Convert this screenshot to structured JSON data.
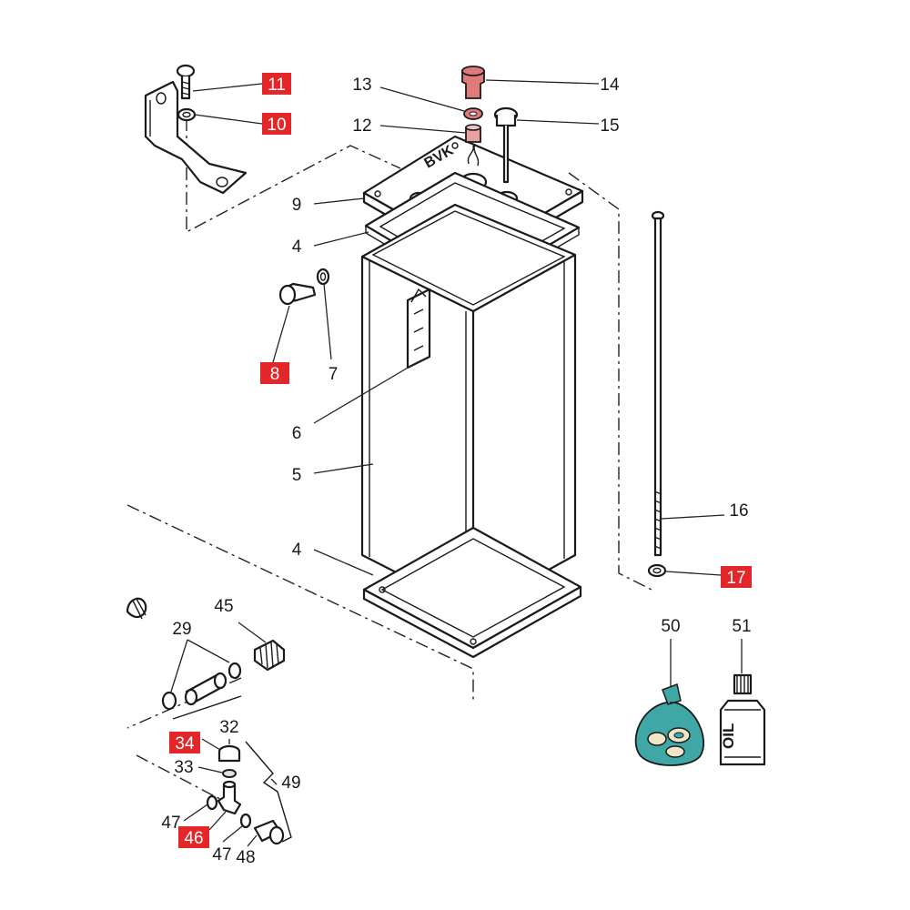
{
  "colors": {
    "highlight": "#e3262a",
    "line": "#1a1a1a",
    "bag": "#3fa7a5",
    "redpart": "#e07a7a"
  },
  "labels": {
    "l11": "11",
    "l10": "10",
    "l13": "13",
    "l14": "14",
    "l12": "12",
    "l15": "15",
    "l9": "9",
    "l4a": "4",
    "l8": "8",
    "l7": "7",
    "l6": "6",
    "l5": "5",
    "l4b": "4",
    "l16": "16",
    "l17": "17",
    "l50": "50",
    "l51": "51",
    "l29": "29",
    "l45": "45",
    "l34": "34",
    "l32": "32",
    "l33": "33",
    "l49": "49",
    "l47a": "47",
    "l46": "46",
    "l47b": "47",
    "l48": "48"
  },
  "lid_text": "BVK",
  "bottle_text": "OIL"
}
